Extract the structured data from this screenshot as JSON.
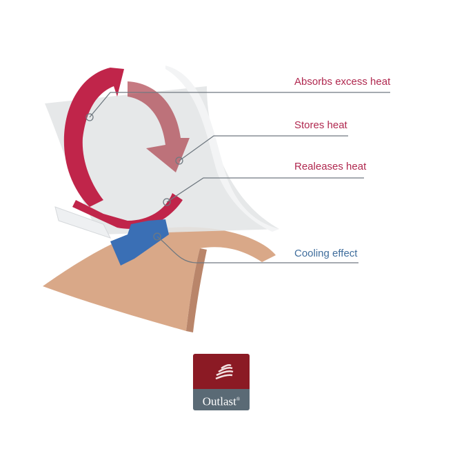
{
  "labels": {
    "absorbs": "Absorbs excess heat",
    "stores": "Stores heat",
    "releases": "Realeases heat",
    "cooling": "Cooling effect"
  },
  "logo": {
    "text": "Outlast",
    "mark": "®"
  },
  "colors": {
    "heat": "#c0254a",
    "cool": "#3a6fb5",
    "line": "#6f7880",
    "logo_red": "#8b1a24",
    "logo_gray": "#5a6a75"
  }
}
